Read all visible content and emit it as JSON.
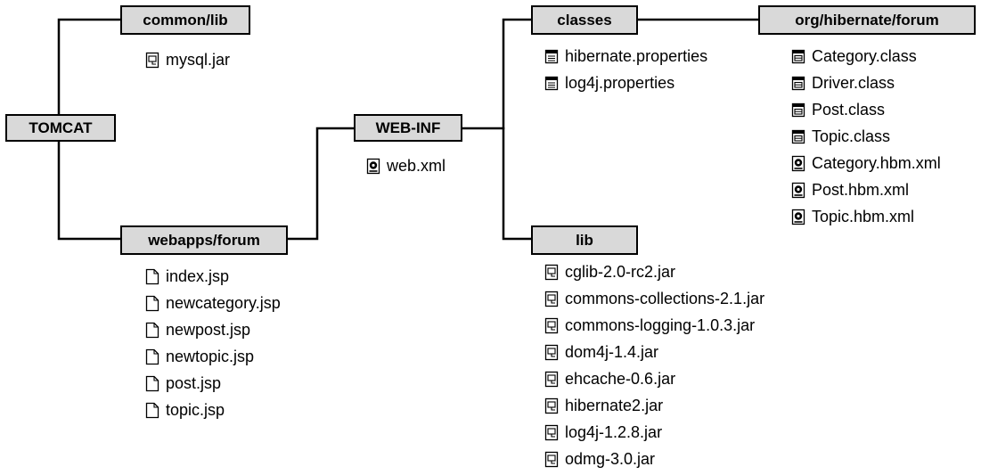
{
  "nodes": {
    "tomcat": "TOMCAT",
    "common_lib": "common/lib",
    "webapps_forum": "webapps/forum",
    "web_inf": "WEB-INF",
    "classes": "classes",
    "org_hibernate_forum": "org/hibernate/forum",
    "lib": "lib"
  },
  "files": {
    "common_lib": [
      {
        "name": "mysql.jar",
        "icon": "jar-icon"
      }
    ],
    "webapps_forum": [
      {
        "name": "index.jsp",
        "icon": "page-icon"
      },
      {
        "name": "newcategory.jsp",
        "icon": "page-icon"
      },
      {
        "name": "newpost.jsp",
        "icon": "page-icon"
      },
      {
        "name": "newtopic.jsp",
        "icon": "page-icon"
      },
      {
        "name": "post.jsp",
        "icon": "page-icon"
      },
      {
        "name": "topic.jsp",
        "icon": "page-icon"
      }
    ],
    "web_inf": [
      {
        "name": "web.xml",
        "icon": "xml-icon"
      }
    ],
    "classes": [
      {
        "name": "hibernate.properties",
        "icon": "properties-icon"
      },
      {
        "name": "log4j.properties",
        "icon": "properties-icon"
      }
    ],
    "org_hibernate_forum": [
      {
        "name": "Category.class",
        "icon": "class-icon"
      },
      {
        "name": "Driver.class",
        "icon": "class-icon"
      },
      {
        "name": "Post.class",
        "icon": "class-icon"
      },
      {
        "name": "Topic.class",
        "icon": "class-icon"
      },
      {
        "name": "Category.hbm.xml",
        "icon": "xml-icon"
      },
      {
        "name": "Post.hbm.xml",
        "icon": "xml-icon"
      },
      {
        "name": "Topic.hbm.xml",
        "icon": "xml-icon"
      }
    ],
    "lib": [
      {
        "name": "cglib-2.0-rc2.jar",
        "icon": "jar-icon"
      },
      {
        "name": "commons-collections-2.1.jar",
        "icon": "jar-icon"
      },
      {
        "name": "commons-logging-1.0.3.jar",
        "icon": "jar-icon"
      },
      {
        "name": "dom4j-1.4.jar",
        "icon": "jar-icon"
      },
      {
        "name": "ehcache-0.6.jar",
        "icon": "jar-icon"
      },
      {
        "name": "hibernate2.jar",
        "icon": "jar-icon"
      },
      {
        "name": "log4j-1.2.8.jar",
        "icon": "jar-icon"
      },
      {
        "name": "odmg-3.0.jar",
        "icon": "jar-icon"
      }
    ]
  }
}
